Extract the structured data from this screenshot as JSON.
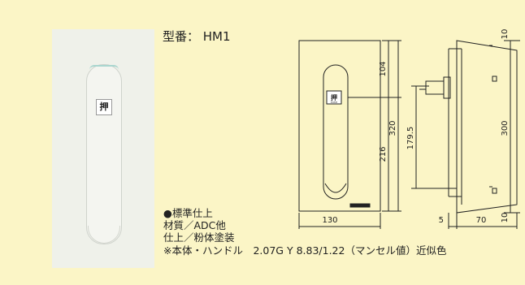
{
  "model_line": "型番： HM1",
  "specs": {
    "heading": "●標準仕上",
    "material": "材質／ADC他",
    "finish": "仕上／粉体塗装",
    "color_note": "※本体・ハンドル　2.07G Y 8.83/1.22（マンセル値）近似色"
  },
  "label_glyph": "押",
  "plate_small_text": "PUSH",
  "dimensions": {
    "front_width": "130",
    "top_gap": "104",
    "total_height": "320",
    "bottom_part": "216",
    "side_offset": "179.5",
    "side_height": "300",
    "side_top": "10",
    "side_bottom": "10",
    "side_left": "5",
    "side_depth": "70"
  }
}
